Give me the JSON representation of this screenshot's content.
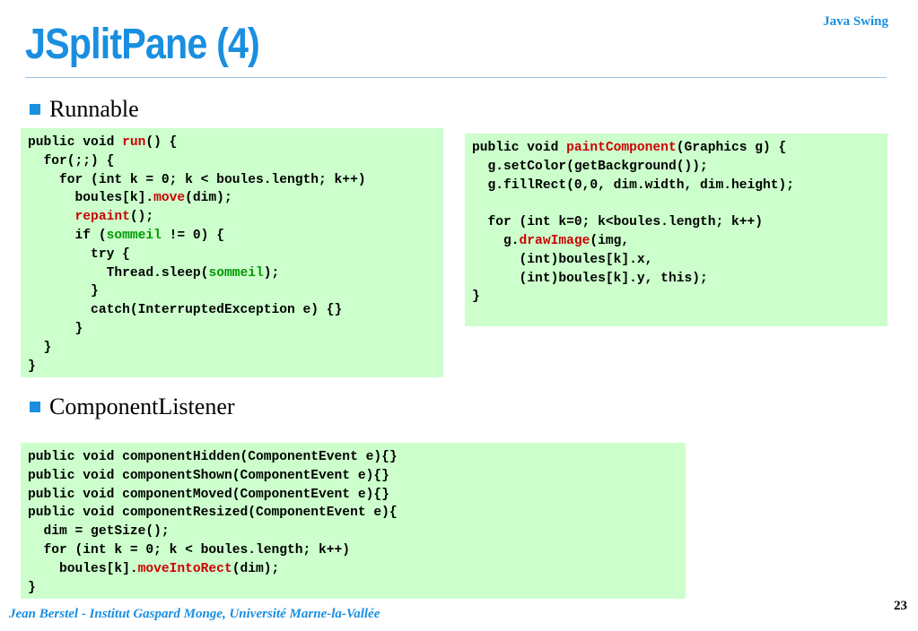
{
  "header": {
    "title": "JSplitPane (4)",
    "tag": "Java Swing"
  },
  "sections": [
    {
      "label": "Runnable"
    },
    {
      "label": "ComponentListener"
    }
  ],
  "runnable_code": [
    [
      {
        "t": "public void "
      },
      {
        "t": "run",
        "c": "hl"
      },
      {
        "t": "() {"
      }
    ],
    [
      {
        "t": "  for(;;) {"
      }
    ],
    [
      {
        "t": "    for (int k = 0; k < boules.length; k++)"
      }
    ],
    [
      {
        "t": "      boules[k]."
      },
      {
        "t": "move",
        "c": "hl"
      },
      {
        "t": "(dim);"
      }
    ],
    [
      {
        "t": "      "
      },
      {
        "t": "repaint",
        "c": "hl"
      },
      {
        "t": "();"
      }
    ],
    [
      {
        "t": "      if ("
      },
      {
        "t": "sommeil",
        "c": "gr"
      },
      {
        "t": " != 0) {"
      }
    ],
    [
      {
        "t": "        try {"
      }
    ],
    [
      {
        "t": "          Thread.sleep("
      },
      {
        "t": "sommeil",
        "c": "gr"
      },
      {
        "t": ");"
      }
    ],
    [
      {
        "t": "        }"
      }
    ],
    [
      {
        "t": "        catch(InterruptedException e) {}"
      }
    ],
    [
      {
        "t": "      }"
      }
    ],
    [
      {
        "t": "  }"
      }
    ],
    [
      {
        "t": "}"
      }
    ]
  ],
  "paint_code": [
    [
      {
        "t": "public void "
      },
      {
        "t": "paintComponent",
        "c": "hl"
      },
      {
        "t": "(Graphics g) {"
      }
    ],
    [
      {
        "t": "  g.setColor(getBackground());"
      }
    ],
    [
      {
        "t": "  g.fillRect(0,0, dim.width, dim.height);"
      }
    ],
    [
      {
        "t": ""
      }
    ],
    [
      {
        "t": "  for (int k=0; k<boules.length; k++)"
      }
    ],
    [
      {
        "t": "    g."
      },
      {
        "t": "drawImage",
        "c": "hl"
      },
      {
        "t": "(img,"
      }
    ],
    [
      {
        "t": "      (int)boules[k].x,"
      }
    ],
    [
      {
        "t": "      (int)boules[k].y, this);"
      }
    ],
    [
      {
        "t": "}"
      }
    ]
  ],
  "listener_code": [
    [
      {
        "t": "public void componentHidden(ComponentEvent e){}"
      }
    ],
    [
      {
        "t": "public void componentShown(ComponentEvent e){}"
      }
    ],
    [
      {
        "t": "public void componentMoved(ComponentEvent e){}"
      }
    ],
    [
      {
        "t": "public void componentResized(ComponentEvent e){"
      }
    ],
    [
      {
        "t": "  dim = getSize();"
      }
    ],
    [
      {
        "t": "  for (int k = 0; k < boules.length; k++)"
      }
    ],
    [
      {
        "t": "    boules[k]."
      },
      {
        "t": "moveIntoRect",
        "c": "hl"
      },
      {
        "t": "(dim);"
      }
    ],
    [
      {
        "t": "}"
      }
    ]
  ],
  "footer": {
    "author": "Jean Berstel  -   Institut Gaspard Monge, Université Marne-la-Vallée",
    "page": "23"
  },
  "colors": {
    "accent": "#1a8fe0",
    "code_bg": "#ccffcc",
    "highlight_red": "#cc0000",
    "highlight_green": "#009900"
  }
}
